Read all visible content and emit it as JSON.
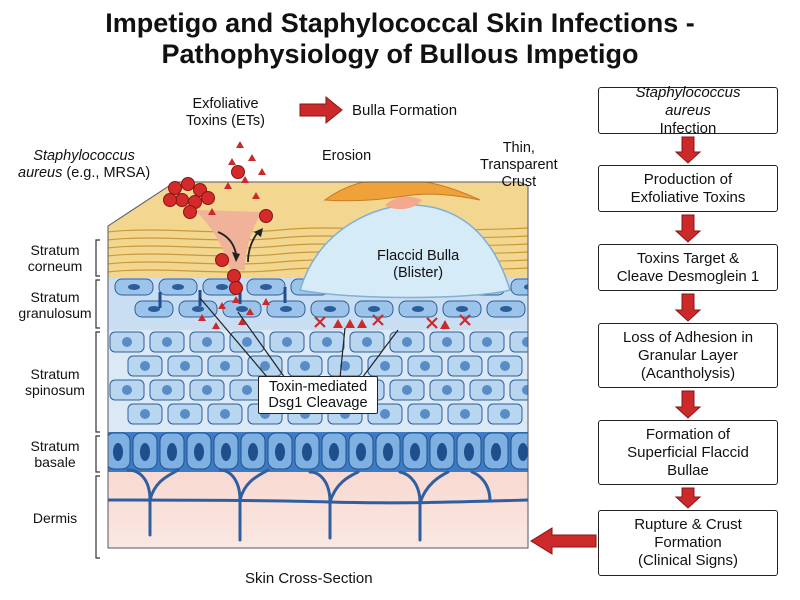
{
  "title": {
    "line1": "Impetigo and Staphylococcal Skin Infections -",
    "line2": "Pathophysiology of Bullous Impetigo"
  },
  "labels": {
    "toxins": [
      "Exfoliative",
      "Toxins (ETs)"
    ],
    "bulla_formation": "Bulla Formation",
    "bacteria": {
      "italic": "Staphylococcus",
      "line2_italic": "aureus",
      "line2_rest": " (e.g., MRSA)"
    },
    "erosion": "Erosion",
    "crust": [
      "Thin,",
      "Transparent",
      "Crust"
    ],
    "bulla": [
      "Flaccid Bulla",
      "(Blister)"
    ],
    "callout": [
      "Toxin-mediated",
      "Dsg1 Cleavage"
    ],
    "caption": "Skin Cross-Section"
  },
  "layers": [
    [
      "Stratum",
      "corneum"
    ],
    [
      "Stratum",
      "granulosum"
    ],
    [
      "Stratum",
      "spinosum"
    ],
    [
      "Stratum",
      "basale"
    ],
    [
      "Dermis"
    ]
  ],
  "flow": {
    "step1": {
      "italic": "Staphylococcus",
      "line2_italic": "aureus",
      "line2_rest": " Infection"
    },
    "step2": [
      "Production of",
      "Exfoliative Toxins"
    ],
    "step3": [
      "Toxins Target &",
      "Cleave Desmoglein 1"
    ],
    "step4": [
      "Loss of Adhesion in",
      "Granular Layer",
      "(Acantholysis)"
    ],
    "step5": [
      "Formation of",
      "Superficial Flaccid",
      "Bullae"
    ],
    "step6": [
      "Rupture & Crust",
      "Formation",
      "(Clinical Signs)"
    ]
  },
  "colors": {
    "arrow": "#cc2a2a",
    "cell_blue": "#9cc4ea",
    "cell_border": "#2e5f98",
    "corneum": "#f2d48a",
    "dermis": "#f5d3cb",
    "bacteria": "#d42a2a",
    "bulla": "#d8ecf7"
  }
}
